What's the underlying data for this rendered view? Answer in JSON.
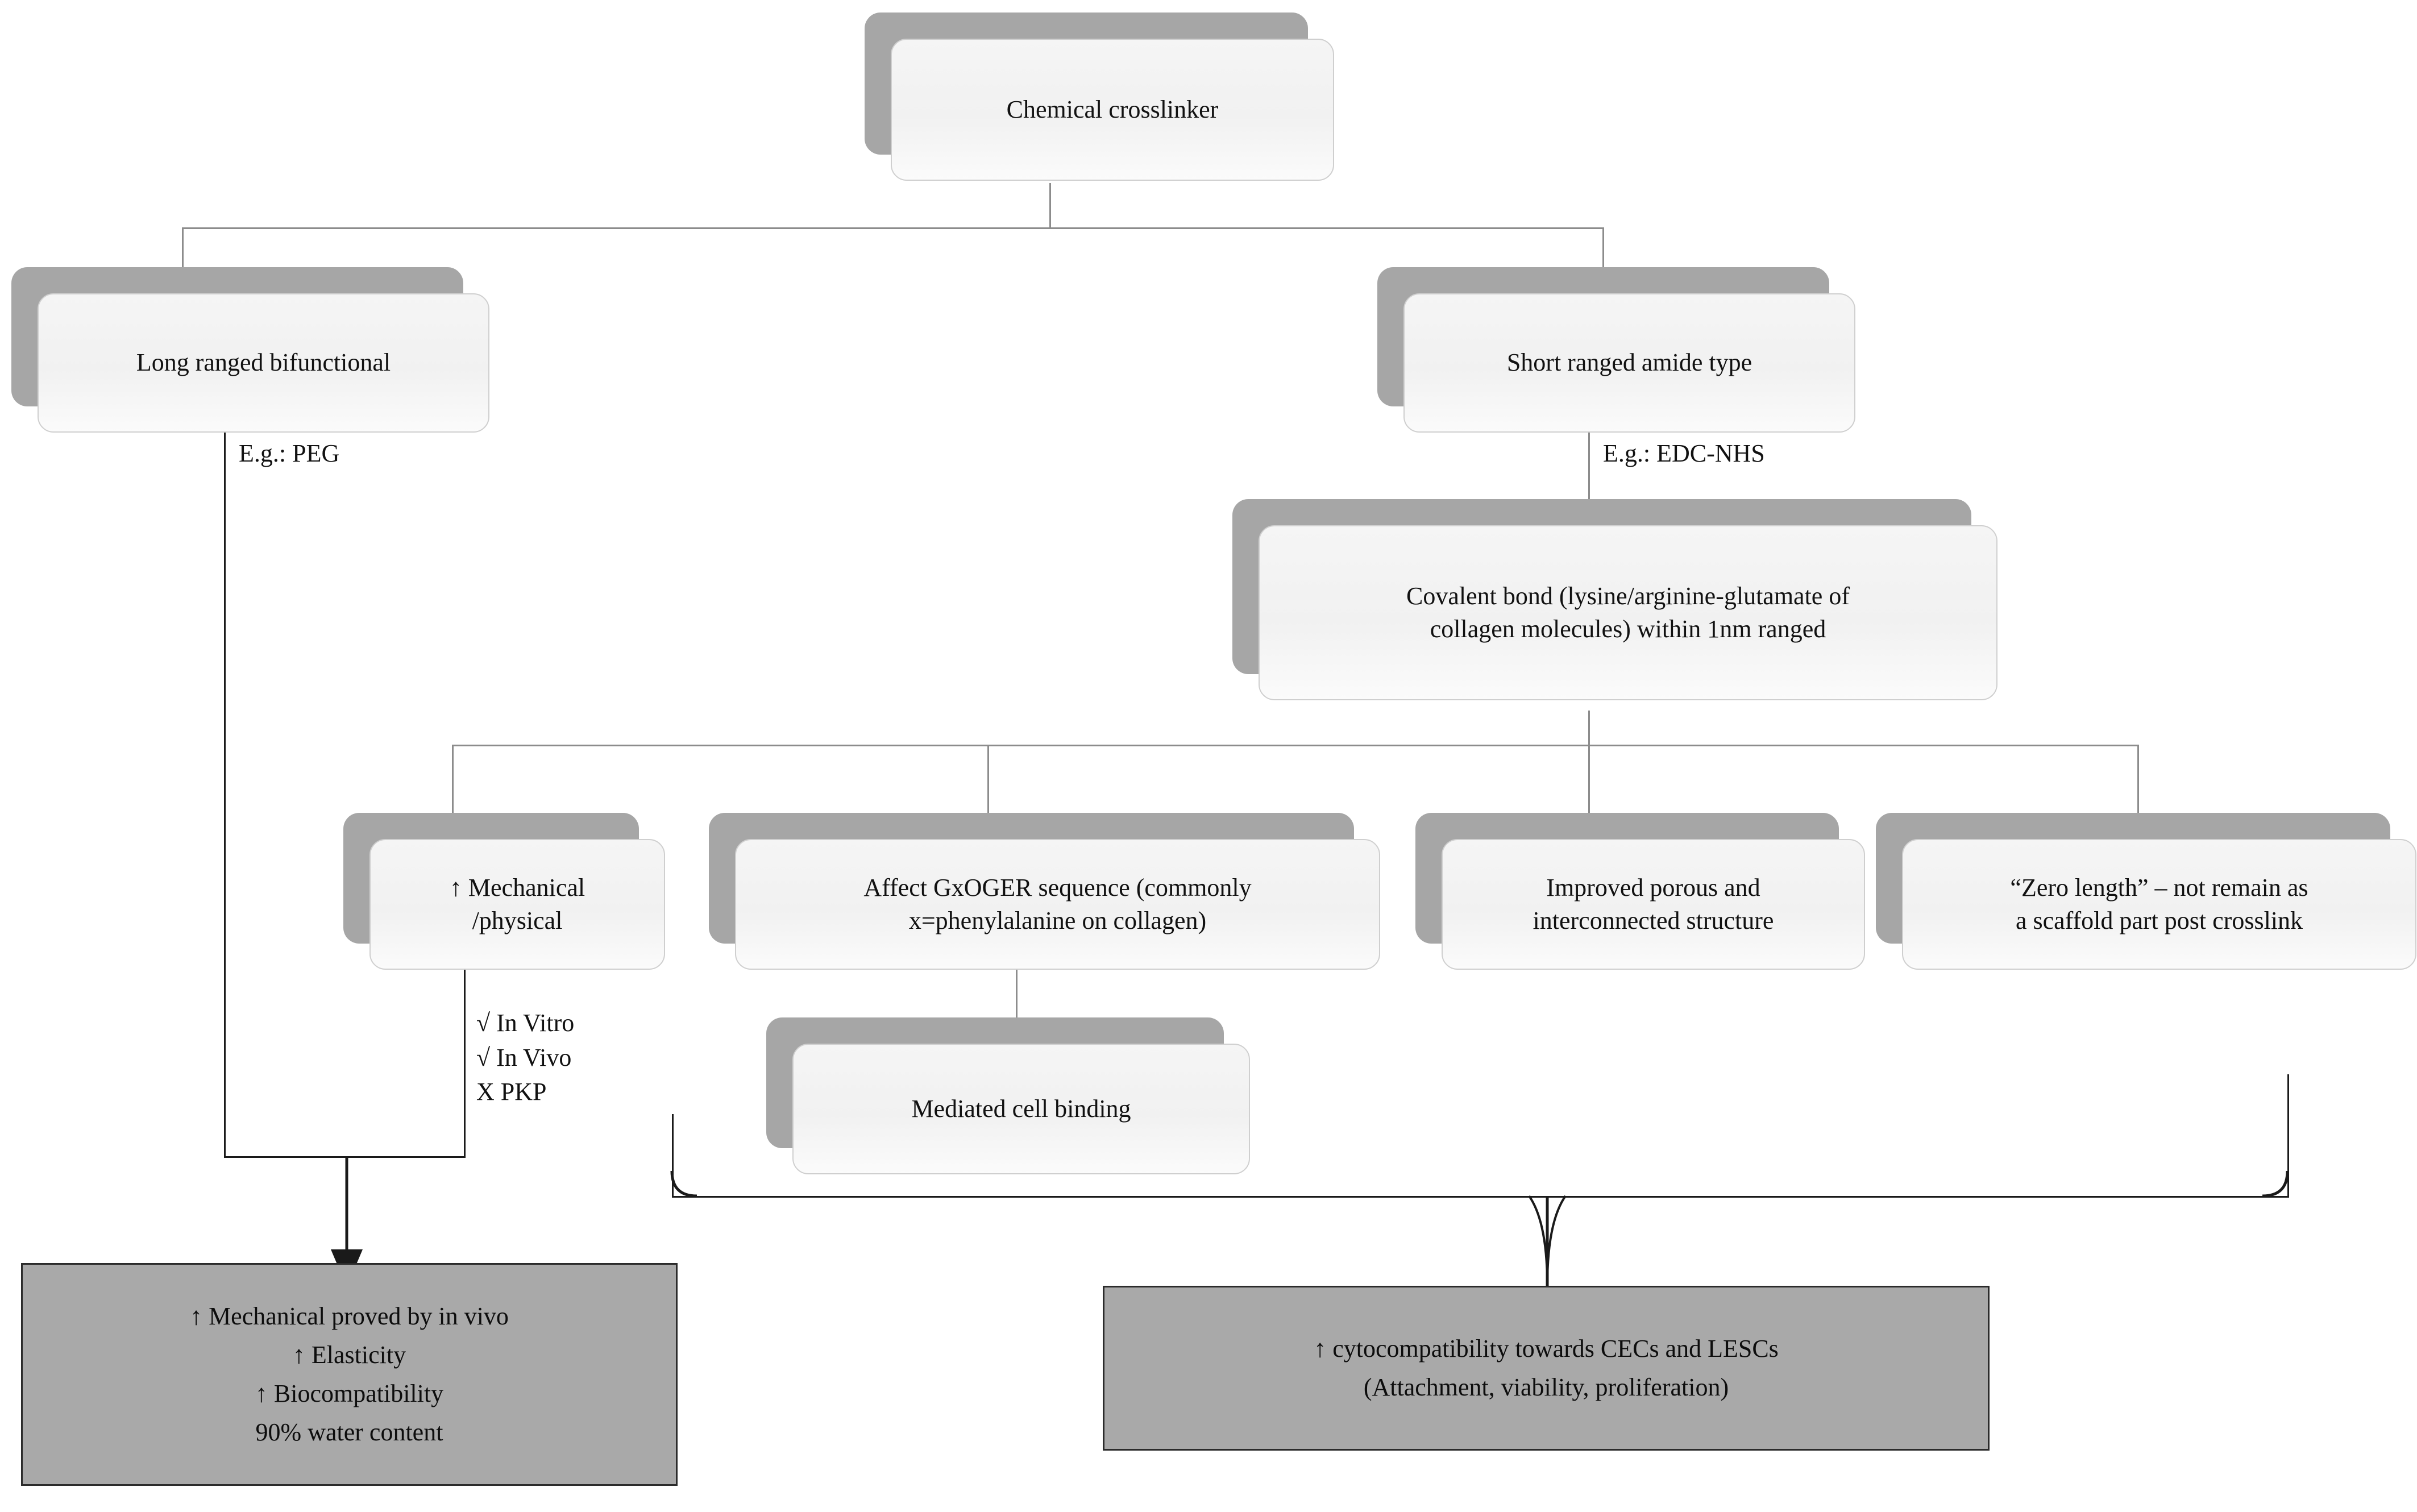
{
  "diagram": {
    "title": "Chemical crosslinker flowchart",
    "colors": {
      "node_face": "#f2f2f2",
      "node_shadow": "#a6a6a6",
      "node_border": "#cfcfcf",
      "connector": "#8c8c8c",
      "connector_dark": "#1a1a1a",
      "outcome_fill": "#a9a9a9",
      "outcome_border": "#2b2b2b",
      "text": "#111111"
    },
    "nodes": {
      "root": "Chemical  crosslinker",
      "left_branch": "Long ranged bifunctional",
      "right_branch": "Short ranged amide type",
      "covalent_bond": "Covalent  bond (lysine/arginine-glutamate  of\ncollagen  molecules)  within  1nm  ranged",
      "mechanical_physical": "↑ Mechanical\n/physical",
      "gxoger": "Affect  GxOGER  sequence  (commonly\nx=phenylalanine  on collagen)",
      "porous": "Improved  porous  and\ninterconnected  structure",
      "zero_length": "“Zero length”  – not remain  as\na scaffold  part post crosslink",
      "mediated_cell_binding": "Mediated  cell  binding"
    },
    "edge_labels": {
      "left_example": "E.g.: PEG",
      "right_example": "E.g.: EDC-NHS"
    },
    "evidence_list": {
      "items": [
        "√ In Vitro",
        "√ In Vivo",
        "X PKP"
      ],
      "text": "√ In Vitro\n√ In Vivo\nX PKP"
    },
    "outcomes": {
      "left": "↑ Mechanical  proved by in vivo\n↑ Elasticity\n↑ Biocompatibility\n90% water content",
      "right": "↑ cytocompatibility  towards CECs and LESCs\n(Attachment,  viability,  proliferation)"
    }
  }
}
